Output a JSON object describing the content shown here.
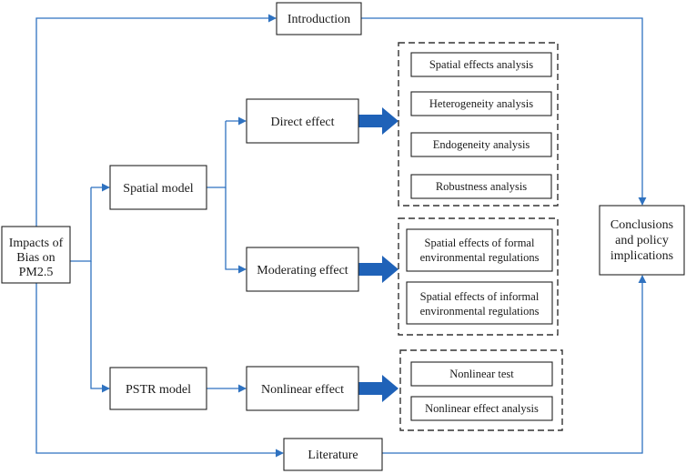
{
  "colors": {
    "connector": "#2f72c0",
    "big_arrow": "#1f62b8",
    "box_border": "#222222",
    "dashed_border": "#333333"
  },
  "nodes": {
    "impacts": [
      "Impacts of",
      "Bias on",
      "PM2.5"
    ],
    "introduction": "Introduction",
    "literature": "Literature",
    "spatial_model": "Spatial model",
    "pstr_model": "PSTR model",
    "direct_effect": "Direct effect",
    "moderating_effect": "Moderating effect",
    "nonlinear_effect": "Nonlinear effect",
    "conclusions": [
      "Conclusions",
      "and policy",
      "implications"
    ]
  },
  "groups": {
    "direct": [
      "Spatial effects analysis",
      "Heterogeneity analysis",
      "Endogeneity analysis",
      "Robustness analysis"
    ],
    "moderating": [
      [
        "Spatial effects of formal",
        "environmental regulations"
      ],
      [
        "Spatial effects of informal",
        "environmental regulations"
      ]
    ],
    "nonlinear": [
      "Nonlinear test",
      "Nonlinear effect analysis"
    ]
  }
}
